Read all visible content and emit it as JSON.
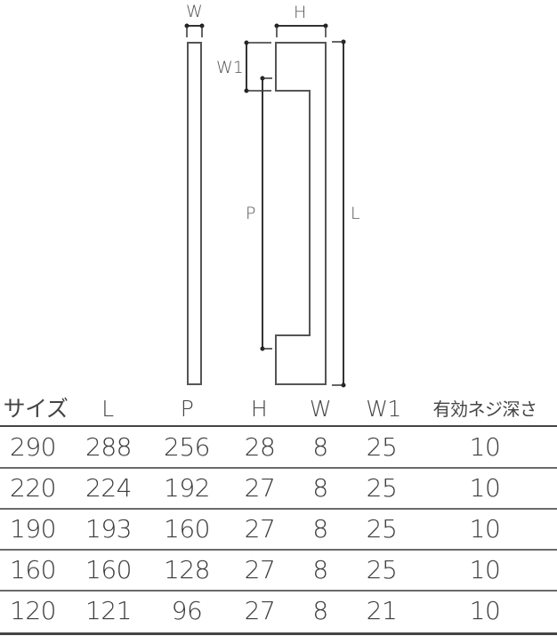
{
  "diagram": {
    "labels": {
      "w": "W",
      "h": "H",
      "w1": "W1",
      "p": "P",
      "l": "L"
    }
  },
  "table": {
    "headers": [
      "サイズ",
      "L",
      "P",
      "H",
      "W",
      "W1",
      "有効ネジ深さ"
    ],
    "rows": [
      [
        "290",
        "288",
        "256",
        "28",
        "8",
        "25",
        "10"
      ],
      [
        "220",
        "224",
        "192",
        "27",
        "8",
        "25",
        "10"
      ],
      [
        "190",
        "193",
        "160",
        "27",
        "8",
        "25",
        "10"
      ],
      [
        "160",
        "160",
        "128",
        "27",
        "8",
        "25",
        "10"
      ],
      [
        "120",
        "121",
        "96",
        "27",
        "8",
        "21",
        "10"
      ]
    ]
  }
}
